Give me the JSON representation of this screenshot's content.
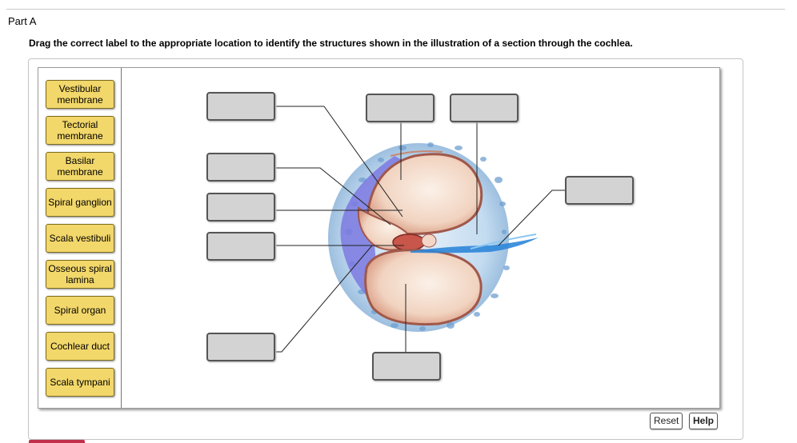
{
  "part_title": "Part A",
  "instructions": "Drag the correct label to the appropriate location to identify the structures shown in the illustration of a section through the cochlea.",
  "labels": [
    "Vestibular membrane",
    "Tectorial membrane",
    "Basilar membrane",
    "Spiral ganglion",
    "Scala vestibuli",
    "Osseous spiral lamina",
    "Spiral organ",
    "Cochlear duct",
    "Scala tympani"
  ],
  "buttons": {
    "reset": "Reset",
    "help": "Help"
  },
  "colors": {
    "chip_fill": "#f2d76a",
    "target_fill": "#d3d3d3",
    "bone": "#9dbfdf",
    "duct_blue": "#7b79e0",
    "chamber": "#e9b9a2"
  }
}
